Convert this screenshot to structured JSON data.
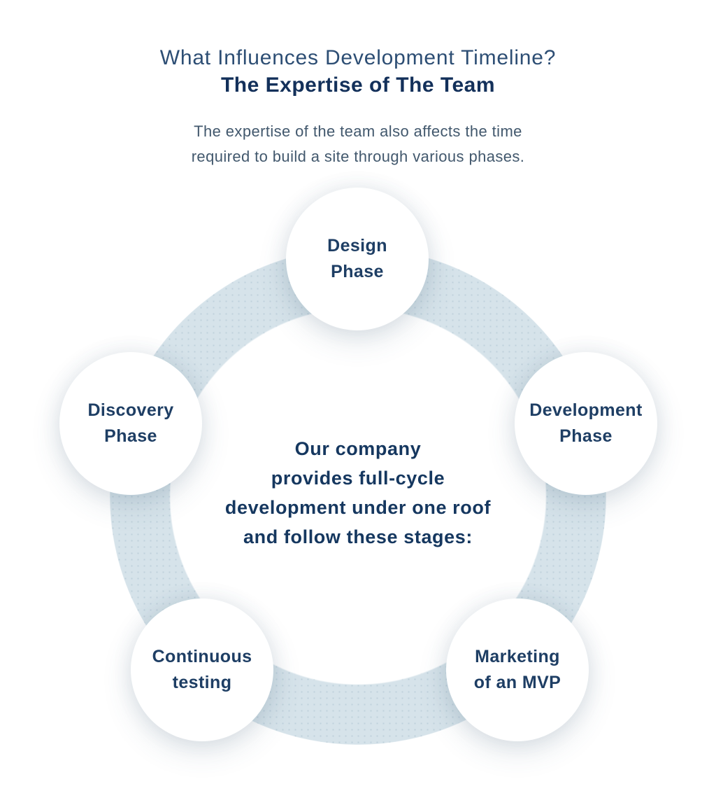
{
  "header": {
    "title_line1": "What Influences Development Timeline?",
    "title_line2": "The Expertise of The Team",
    "subtitle_lines": [
      "The expertise of the team also affects the time",
      "required to build a site through various phases."
    ]
  },
  "center": {
    "lines": [
      "Our company",
      "provides full-cycle",
      "development under one roof",
      "and follow these stages:"
    ]
  },
  "phases": [
    {
      "id": "design",
      "lines": [
        "Design",
        "Phase"
      ]
    },
    {
      "id": "discovery",
      "lines": [
        "Discovery",
        "Phase"
      ]
    },
    {
      "id": "development",
      "lines": [
        "Development",
        "Phase"
      ]
    },
    {
      "id": "testing",
      "lines": [
        "Continuous",
        "testing"
      ]
    },
    {
      "id": "marketing",
      "lines": [
        "Marketing",
        "of an MVP"
      ]
    }
  ],
  "colors": {
    "background": "#ffffff",
    "ring": "#d6e3ea",
    "title_primary": "#2d4e74",
    "title_bold": "#13305a",
    "subtitle": "#42586d",
    "center_text": "#15375f",
    "phase_label": "#1e3e64"
  }
}
